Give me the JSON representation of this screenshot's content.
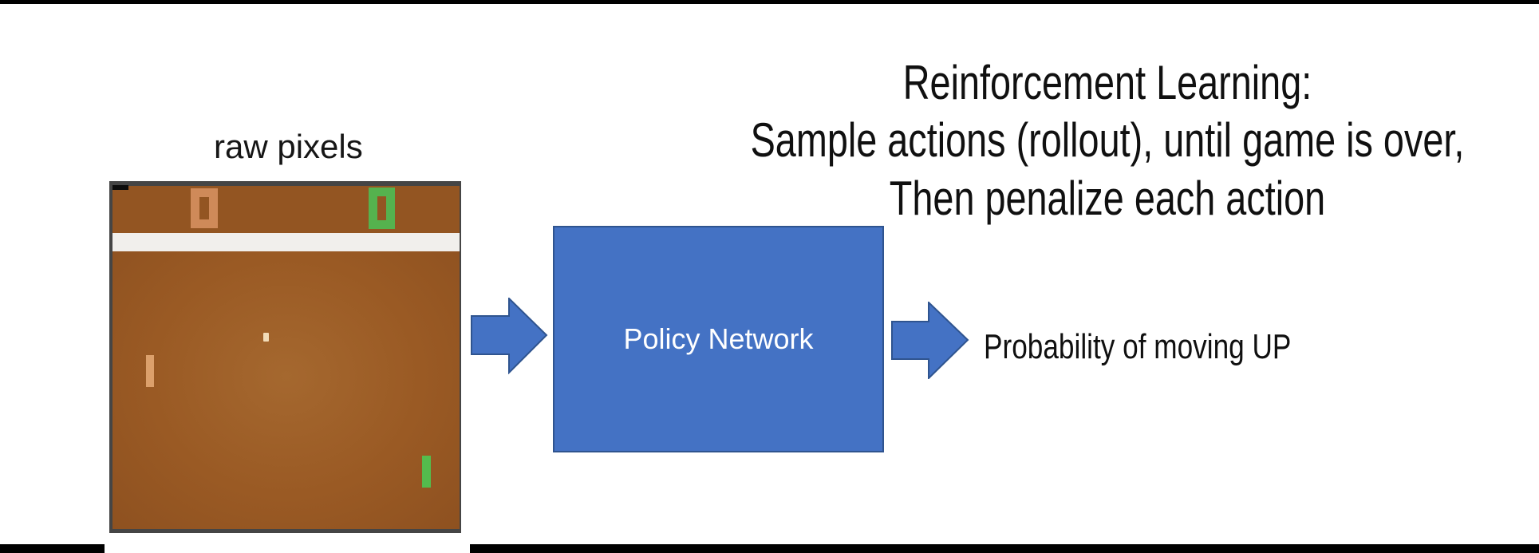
{
  "slide": {
    "background": "#ffffff",
    "top_bar_color": "#000000",
    "bottom_bar_color": "#000000"
  },
  "title": {
    "line1": "Reinforcement Learning:",
    "line2": "Sample actions (rollout), until game is over,",
    "line3": "Then penalize each action",
    "color": "#101010"
  },
  "pong": {
    "label": "raw pixels",
    "left_score": "0",
    "right_score": "0",
    "colors": {
      "frame": "#454545",
      "field": "#9a5a24",
      "field_top_strip": "#935522",
      "midline_band": "#f1efec",
      "left_score_digit": "#cf8a59",
      "right_score_digit": "#55b24e",
      "left_paddle": "#dca06b",
      "right_paddle": "#54bb4d",
      "ball": "#f2dcb8"
    }
  },
  "network": {
    "label": "Policy Network",
    "fill": "#4472c4",
    "border": "#2f548f",
    "text_color": "#ffffff"
  },
  "output": {
    "label": "Probability of moving UP"
  },
  "icons": {
    "input_arrow": "right-arrow",
    "output_arrow": "right-arrow",
    "arrow_fill": "#4472c4",
    "arrow_border": "#2f548f"
  }
}
